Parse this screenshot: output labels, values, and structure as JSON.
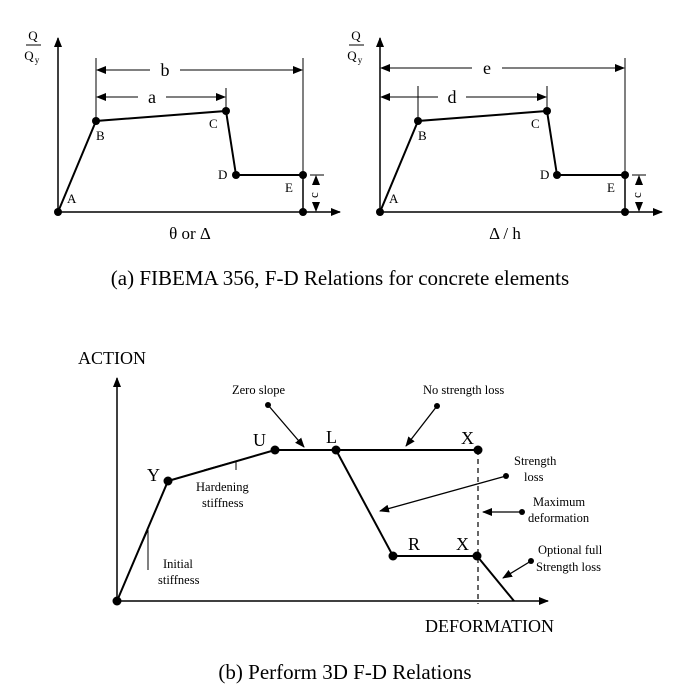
{
  "panel_a": {
    "caption": "(a) FIBEMA 356, F-D Relations for concrete elements",
    "left": {
      "y_num": "Q",
      "y_den": "Q",
      "y_den_sub": "y",
      "points": [
        "A",
        "B",
        "C",
        "D",
        "E"
      ],
      "dims": [
        "a",
        "b",
        "c"
      ],
      "xlabel": "θ or Δ"
    },
    "right": {
      "y_num": "Q",
      "y_den": "Q",
      "y_den_sub": "y",
      "points": [
        "A",
        "B",
        "C",
        "D",
        "E"
      ],
      "dims": [
        "d",
        "e",
        "c"
      ],
      "xlabel": "Δ / h"
    }
  },
  "panel_b": {
    "caption": "(b) Perform 3D F-D Relations",
    "ylabel": "ACTION",
    "xlabel": "DEFORMATION",
    "points": [
      "Y",
      "U",
      "L",
      "X",
      "R",
      "X"
    ],
    "notes": {
      "zero_slope": "Zero slope",
      "no_strength_loss": "No strength loss",
      "strength_loss_1": "Strength",
      "strength_loss_2": "loss",
      "max_def_1": "Maximum",
      "max_def_2": "deformation",
      "optional_1": "Optional full",
      "optional_2": "Strength loss",
      "hardening_1": "Hardening",
      "hardening_2": "stiffness",
      "initial_1": "Initial",
      "initial_2": "stiffness"
    }
  }
}
